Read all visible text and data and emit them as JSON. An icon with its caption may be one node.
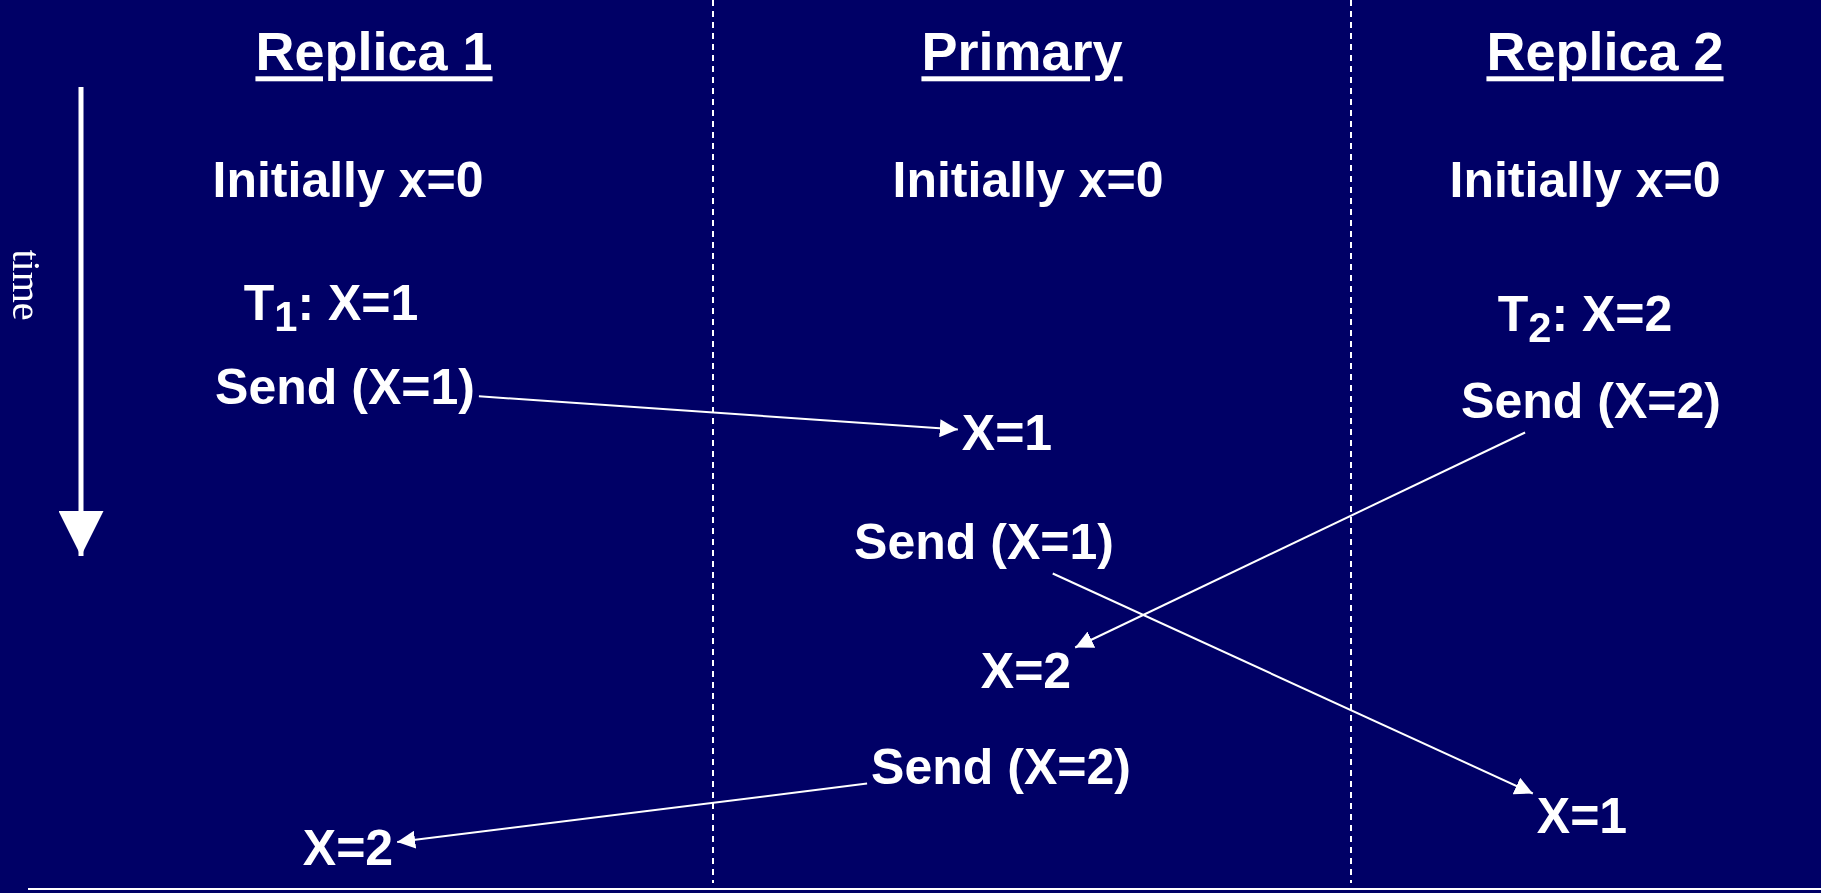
{
  "diagram": {
    "nodes": [
      {
        "text": [
          "Send (X=1)"
        ]
      },
      {
        "text": [
          "Send (X=2)"
        ]
      },
      {
        "text": [
          "X=1"
        ]
      },
      {
        "text": [
          "Send (X=1)"
        ]
      },
      {
        "text": [
          "X=2"
        ]
      },
      {
        "text": [
          "Send (X=2)"
        ]
      },
      {
        "text": [
          "X=1"
        ]
      },
      {
        "text": [
          "X=2"
        ]
      }
    ],
    "edges": [
      {
        "from": 0,
        "to": 2,
        "arrow": "to"
      },
      {
        "from": 1,
        "to": 4,
        "arrow": "to"
      },
      {
        "from": 3,
        "to": 6,
        "arrow": "to"
      },
      {
        "from": 5,
        "to": 7,
        "arrow": "to"
      }
    ],
    "labels": [
      "Replica 1",
      "Primary",
      "Replica 2",
      "time",
      "Initially x=0",
      "Initially x=0",
      "Initially x=0",
      "T$_{1}$: X=1",
      "T$_{2}$: X=2"
    ]
  }
}
